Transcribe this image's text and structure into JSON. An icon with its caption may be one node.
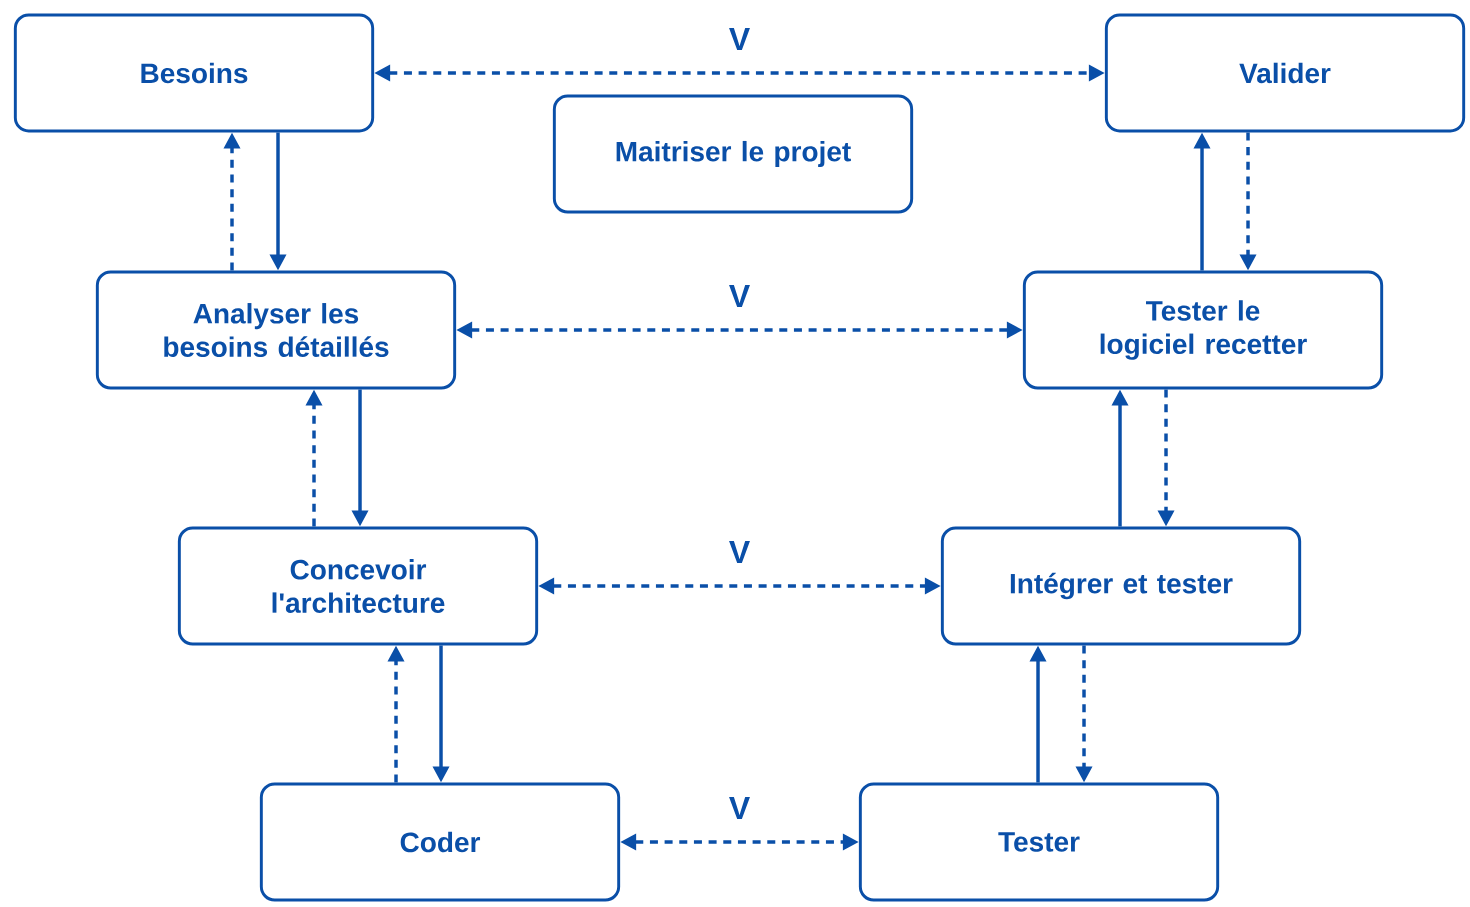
{
  "diagram": {
    "nodes": [
      {
        "text": [
          "Besoins"
        ]
      },
      {
        "text": [
          "Maitriser le projet"
        ]
      },
      {
        "text": [
          "Valider"
        ]
      },
      {
        "text": [
          "Analyser les besoins détaillés"
        ]
      },
      {
        "text": [
          "Tester le logiciel recetter"
        ]
      },
      {
        "text": [
          "Concevoir l'architecture"
        ]
      },
      {
        "text": [
          "Intégrer et tester"
        ]
      },
      {
        "text": [
          "Coder"
        ]
      },
      {
        "text": [
          "Tester"
        ]
      }
    ],
    "edges": [
      {
        "from": 0,
        "to": 2,
        "arrow": "both",
        "label": "V",
        "style": "dashed"
      },
      {
        "from": 0,
        "to": 3,
        "arrow": "to"
      },
      {
        "from": 3,
        "to": 0,
        "arrow": "to",
        "style": "dashed"
      },
      {
        "from": 3,
        "to": 4,
        "arrow": "both",
        "label": "V",
        "style": "dashed"
      },
      {
        "from": 3,
        "to": 5,
        "arrow": "to"
      },
      {
        "from": 5,
        "to": 3,
        "arrow": "to",
        "style": "dashed"
      },
      {
        "from": 5,
        "to": 6,
        "arrow": "both",
        "label": "V",
        "style": "dashed"
      },
      {
        "from": 5,
        "to": 7,
        "arrow": "to"
      },
      {
        "from": 7,
        "to": 5,
        "arrow": "to",
        "style": "dashed"
      },
      {
        "from": 7,
        "to": 8,
        "arrow": "both",
        "label": "V",
        "style": "dashed"
      },
      {
        "from": 8,
        "to": 6,
        "arrow": "to"
      },
      {
        "from": 6,
        "to": 8,
        "arrow": "to",
        "style": "dashed"
      },
      {
        "from": 6,
        "to": 4,
        "arrow": "to"
      },
      {
        "from": 4,
        "to": 6,
        "arrow": "to",
        "style": "dashed"
      },
      {
        "from": 4,
        "to": 2,
        "arrow": "to"
      },
      {
        "from": 2,
        "to": 4,
        "arrow": "to",
        "style": "dashed"
      }
    ]
  }
}
